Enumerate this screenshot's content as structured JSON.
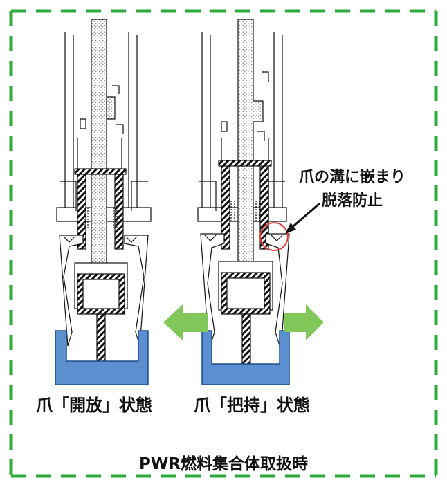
{
  "diagram": {
    "left_caption": "爪「開放」状態",
    "right_caption": "爪「把持」状態",
    "annotation_line1": "爪の溝に嵌まり",
    "annotation_line2": "脱落防止",
    "footer_title": "PWR燃料集合体取扱時"
  },
  "colors": {
    "frame_dash": "#2eaa3c",
    "base_block": "#5b8fd0",
    "base_stroke": "#1f4f88",
    "arrow": "#82c75a",
    "highlight_circle": "#e03a3a",
    "stipple": "#777777"
  },
  "icons": {
    "open_arrow_left": "arrow-left-icon",
    "open_arrow_right": "arrow-right-icon"
  }
}
